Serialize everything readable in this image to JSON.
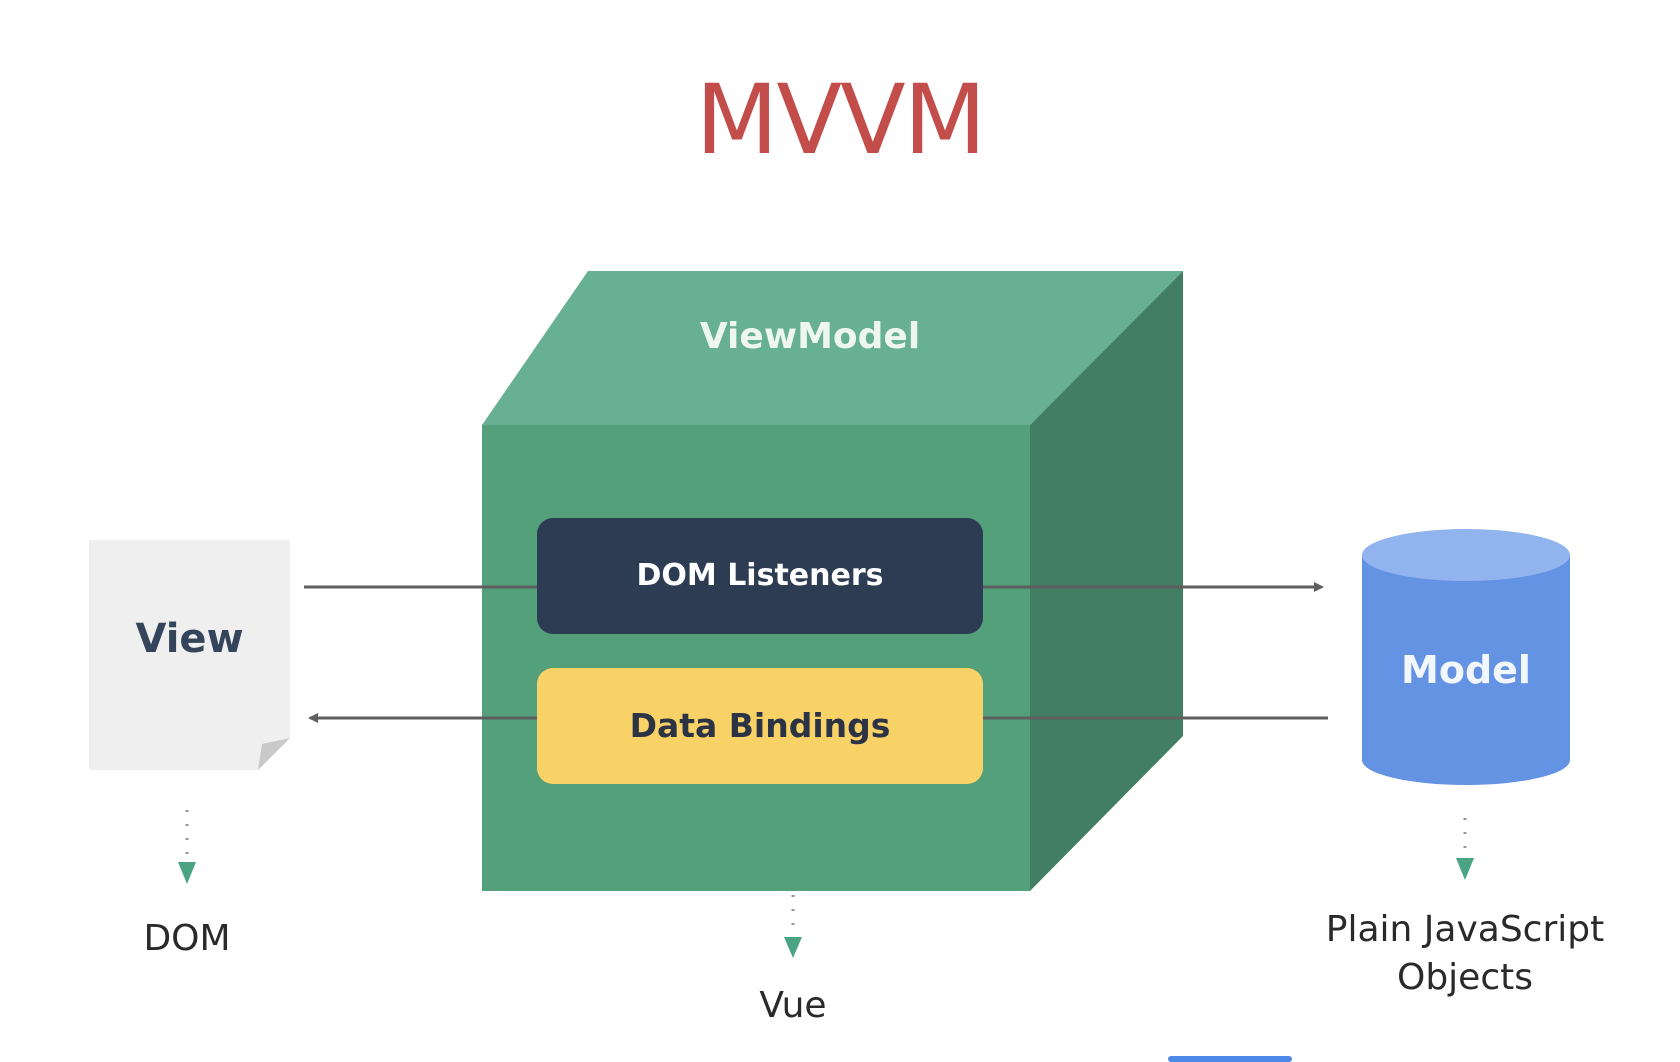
{
  "title": "MVVM",
  "colors": {
    "title": "#c24d4b",
    "cube_top": "#68b093",
    "cube_front": "#53a07a",
    "cube_side": "#417e63",
    "dom_listeners_bg": "#2e3c53",
    "data_bindings_bg": "#f8d266",
    "view_card": "#efefef",
    "model_body": "#6593e3",
    "model_top": "#92b4ee",
    "arrow": "#5f5f5f",
    "dotted_arrow": "#4aa382"
  },
  "nodes": {
    "view": {
      "label": "View",
      "caption": "DOM"
    },
    "viewmodel": {
      "label": "ViewModel",
      "caption": "Vue",
      "dom_listeners": "DOM Listeners",
      "data_bindings": "Data Bindings"
    },
    "model": {
      "label": "Model",
      "caption_line1": "Plain JavaScript",
      "caption_line2": "Objects"
    }
  },
  "edges": [
    {
      "from": "View",
      "to": "Model",
      "via": "DOM Listeners",
      "direction": "right"
    },
    {
      "from": "Model",
      "to": "View",
      "via": "Data Bindings",
      "direction": "left"
    }
  ]
}
